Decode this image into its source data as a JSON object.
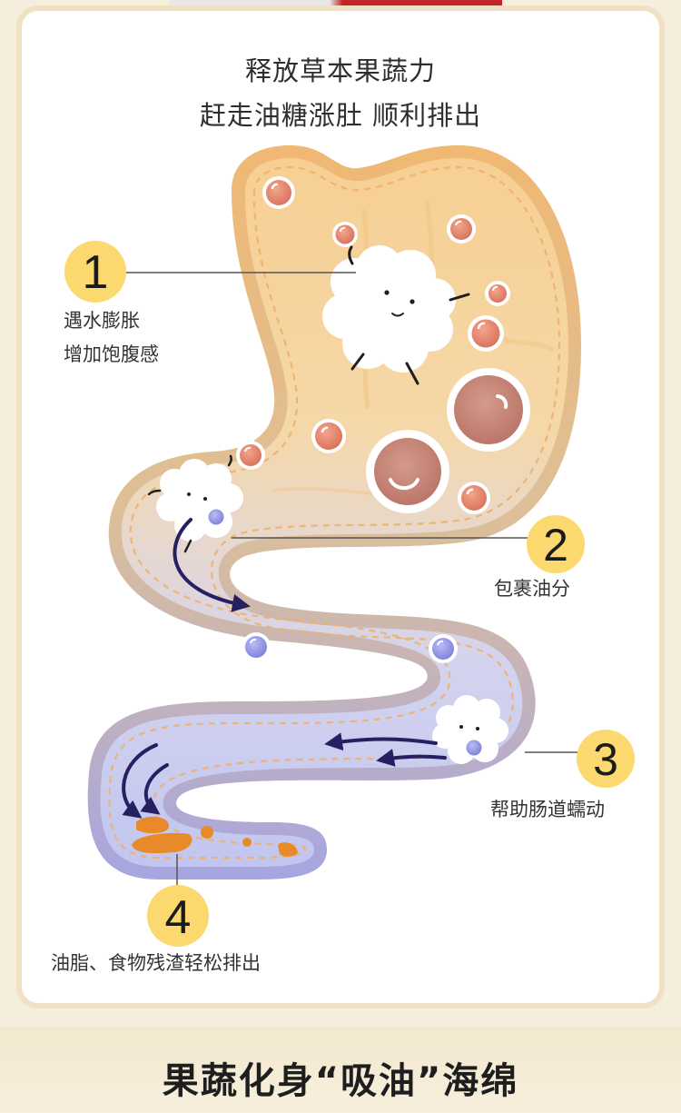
{
  "headline": {
    "line1": "释放草本果蔬力",
    "line2": "赶走油糖涨肚 顺利排出"
  },
  "steps": [
    {
      "number": "1",
      "lines": [
        "遇水膨胀",
        "增加饱腹感"
      ]
    },
    {
      "number": "2",
      "lines": [
        "包裹油分"
      ]
    },
    {
      "number": "3",
      "lines": [
        "帮助肠道蠕动"
      ]
    },
    {
      "number": "4",
      "lines": [
        "油脂、食物残渣轻松排出"
      ]
    }
  ],
  "footer": {
    "title": "果蔬化身“吸油”海绵"
  },
  "colors": {
    "stomach": "#f5cf95",
    "intestine": "#cfd3f2",
    "number_badge": "#fbd96f",
    "arrow": "#262063",
    "oil": "#e88a2a"
  }
}
